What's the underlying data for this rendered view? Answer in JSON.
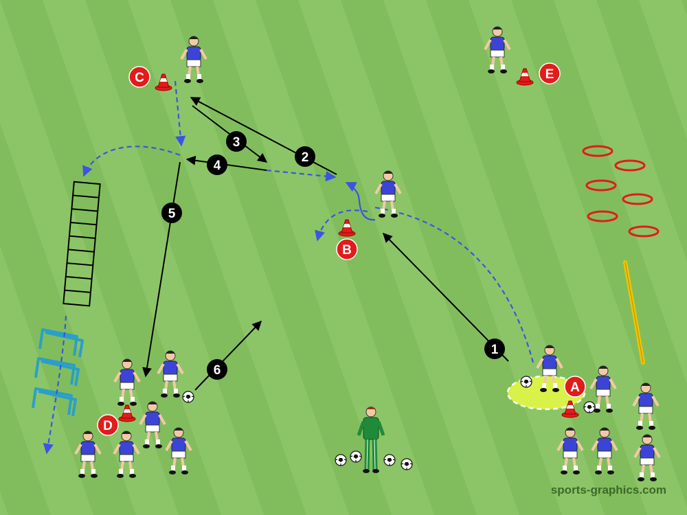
{
  "diagram": {
    "step_markers": [
      "1",
      "2",
      "3",
      "4",
      "5",
      "6"
    ],
    "station_markers": [
      "A",
      "B",
      "C",
      "D",
      "E"
    ],
    "watermark": "sports-graphics.com"
  },
  "colors": {
    "pitch_light": "#8cc567",
    "pitch_dark": "#7ab655",
    "jersey": "#3c44d8",
    "shorts": "#ffffff",
    "coach": "#1f8b3a",
    "station_red": "#e21b1b",
    "step_black": "#000000",
    "run_dashed": "#3a55e0",
    "ladder": "#000000",
    "hurdle": "#2aa0c8",
    "ring": "#e21b1b",
    "pole": "#f2c400",
    "zone": "#d9f24a"
  },
  "icons": [
    "player-icon",
    "coach-icon",
    "ball-icon",
    "cone-icon",
    "ring-icon",
    "hurdle-icon",
    "ladder-icon",
    "pole-icon"
  ]
}
